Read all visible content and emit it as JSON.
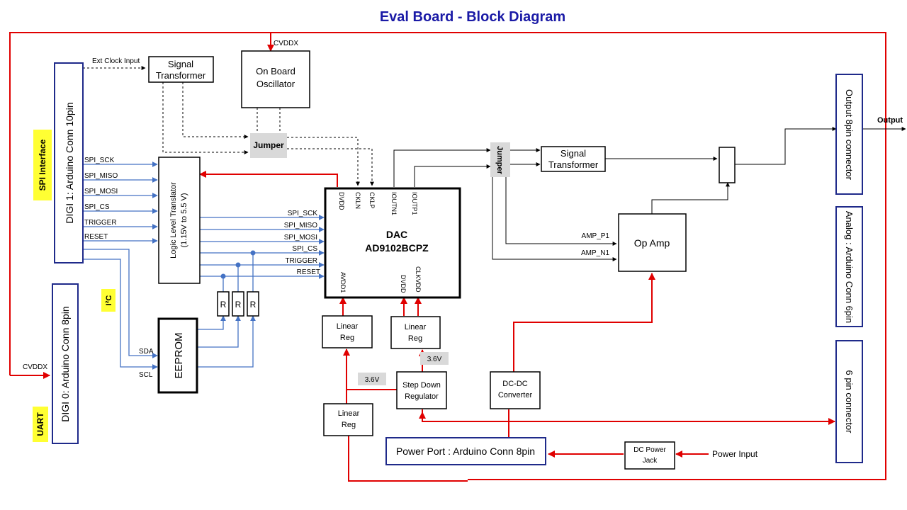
{
  "title": "Eval Board - Block Diagram",
  "colors": {
    "title": "#1a1aa6",
    "power": "#e00000",
    "signal": "#4472c4",
    "highlight": "#ffff33",
    "jumper": "#d9d9d9",
    "border": "#1f2a8a"
  },
  "blocks": {
    "digi1": "DIGI 1: Arduino Conn 10pin",
    "digi0": "DIGI 0: Arduino Conn 8pin",
    "spi_interface": "SPI Interface",
    "i2c": "I²C",
    "uart": "UART",
    "signal_transformer_top": [
      "Signal",
      "Transformer"
    ],
    "oscillator": [
      "On Board",
      "Oscillator"
    ],
    "jumper_mid": "Jumper",
    "jumper_right": "Jumper",
    "logic_translator": [
      "Logic Level Translator",
      "(1.15V to 5.5 V)"
    ],
    "eeprom": "EEPROM",
    "dac": [
      "DAC",
      "AD9102BCPZ"
    ],
    "signal_transformer_right": [
      "Signal",
      "Transformer"
    ],
    "opamp": "Op Amp",
    "output_conn": "Output 8pin connector",
    "analog_conn": "Analog : Arduino Conn 6pin",
    "six_pin_conn": "6 pin connector",
    "linear_reg_1": [
      "Linear",
      "Reg"
    ],
    "linear_reg_2": [
      "Linear",
      "Reg"
    ],
    "linear_reg_3": [
      "Linear",
      "Reg"
    ],
    "step_down": [
      "Step Down",
      "Regulator"
    ],
    "dcdc": [
      "DC-DC",
      "Converter"
    ],
    "power_port": "Power Port : Arduino Conn 8pin",
    "dc_jack": [
      "DC Power",
      "Jack"
    ],
    "resistor": "R"
  },
  "labels": {
    "cvddx_top": "CVDDX",
    "cvddx_left": "CVDDX",
    "ext_clock": "Ext Clock Input",
    "output": "Output",
    "power_input": "Power Input",
    "v36_a": "3.6V",
    "v36_b": "3.6V",
    "sda": "SDA",
    "scl": "SCL",
    "amp_p1": "AMP_P1",
    "amp_n1": "AMP_N1"
  },
  "signals_left": [
    "SPI_SCK",
    "SPI_MISO",
    "SPI_MOSI",
    "SPI_CS",
    "TRIGGER",
    "RESET"
  ],
  "signals_dac": [
    "SPI_SCK",
    "SPI_MISO",
    "SPI_MOSI",
    "SPI_CS",
    "TRIGGER",
    "RESET"
  ],
  "dac_pins_top": [
    "DVDD",
    "CKLN",
    "CKLP",
    "IOUTN1",
    "IOUTP1"
  ],
  "dac_pins_bottom": [
    "AVDD1",
    "DVDD",
    "CLKVDD"
  ]
}
